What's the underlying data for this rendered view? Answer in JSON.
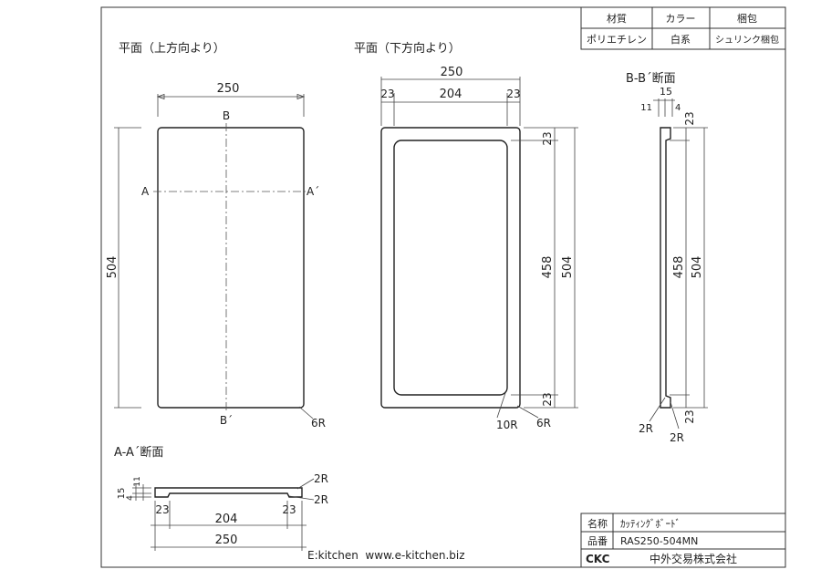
{
  "spec_table": {
    "headers": [
      "材質",
      "カラー",
      "梱包"
    ],
    "values": [
      "ポリエチレン",
      "白系",
      "シュリンク梱包"
    ]
  },
  "views": {
    "top_view_title": "平面（上方向より）",
    "bottom_view_title": "平面（下方向より）",
    "section_bb_title": "B-B´断面",
    "section_aa_title": "A-A´断面"
  },
  "dimensions": {
    "width": "250",
    "length": "504",
    "inner_width": "204",
    "inner_length": "458",
    "rim": "23",
    "thickness": "15",
    "thk_11": "11",
    "thk_4": "4",
    "r6": "6R",
    "r10": "10R",
    "r2": "2R"
  },
  "section_marks": {
    "a": "A",
    "a_prime": "A´",
    "b": "B",
    "b_prime": "B´"
  },
  "title_block": {
    "name_label": "名称",
    "name_value": "ｶｯﾃｨﾝｸﾞﾎﾞｰﾄﾞ",
    "part_label": "品番",
    "part_value": "RAS250-504MN",
    "logo": "CKC",
    "company": "中外交易株式会社"
  },
  "footer": {
    "text": "E:kitchen  www.e-kitchen.biz"
  }
}
